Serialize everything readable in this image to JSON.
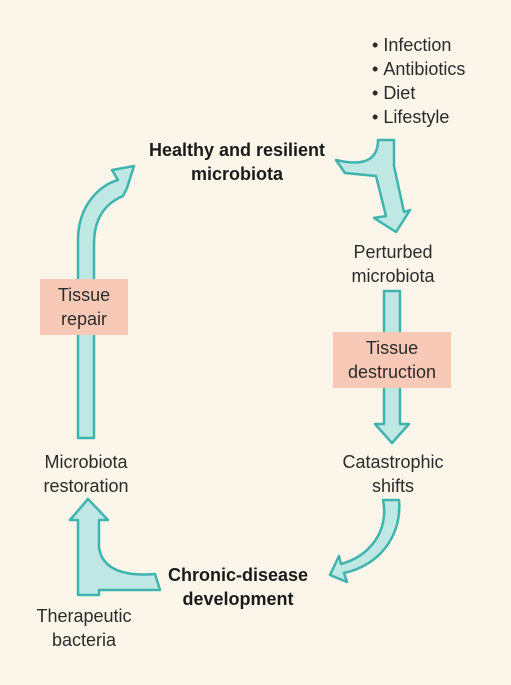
{
  "colors": {
    "background": "#fbf6e9",
    "arrow_fill": "#bfe7e4",
    "arrow_stroke": "#3fb3ad",
    "box_fill": "#f8c9b6"
  },
  "perturbing_factors": [
    "Infection",
    "Antibiotics",
    "Diet",
    "Lifestyle"
  ],
  "nodes": {
    "healthy": [
      "Healthy and resilient",
      "microbiota"
    ],
    "perturbed": [
      "Perturbed",
      "microbiota"
    ],
    "catastrophic": [
      "Catastrophic",
      "shifts"
    ],
    "chronic": [
      "Chronic-disease",
      "development"
    ],
    "restoration": [
      "Microbiota",
      "restoration"
    ],
    "therapeutic": [
      "Therapeutic",
      "bacteria"
    ]
  },
  "boxes": {
    "tissue_repair": [
      "Tissue",
      "repair"
    ],
    "tissue_destruction": [
      "Tissue",
      "destruction"
    ]
  }
}
